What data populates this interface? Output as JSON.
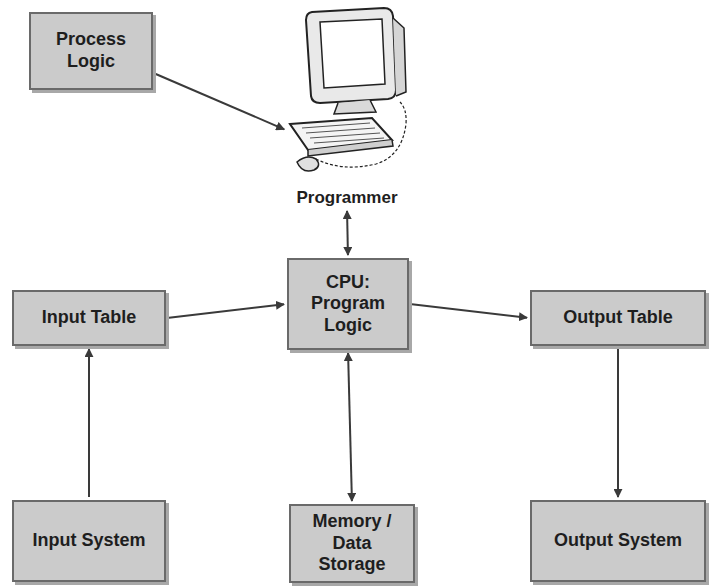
{
  "diagram": {
    "nodes": [
      {
        "text": [
          "Process Logic"
        ]
      },
      {
        "text": [
          "Programmer"
        ]
      },
      {
        "text": [
          "Input Table"
        ]
      },
      {
        "text": [
          "CPU: Program Logic"
        ]
      },
      {
        "text": [
          "Output Table"
        ]
      },
      {
        "text": [
          "Input System"
        ]
      },
      {
        "text": [
          "Memory / Data Storage"
        ]
      },
      {
        "text": [
          "Output System"
        ]
      }
    ],
    "edges": [
      {
        "from": 0,
        "to": 1,
        "arrow": "to"
      },
      {
        "from": 3,
        "to": 1,
        "arrow": "both"
      },
      {
        "from": 2,
        "to": 3,
        "arrow": "to"
      },
      {
        "from": 3,
        "to": 4,
        "arrow": "to"
      },
      {
        "from": 5,
        "to": 2,
        "arrow": "to"
      },
      {
        "from": 3,
        "to": 6,
        "arrow": "both"
      },
      {
        "from": 4,
        "to": 7,
        "arrow": "to"
      }
    ]
  }
}
